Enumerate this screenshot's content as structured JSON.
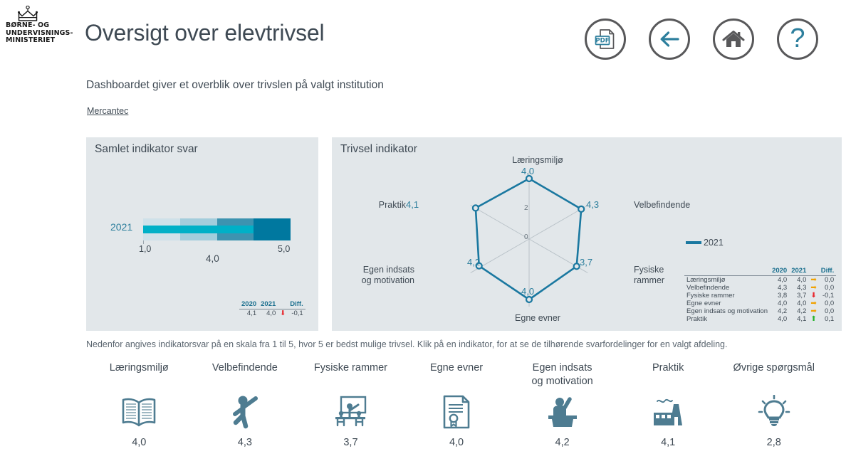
{
  "header": {
    "logo_text": "BØRNE- OG\nUNDERVISNINGS-\nMINISTERIET",
    "logo_icon": "crown-icon",
    "title": "Oversigt over elevtrivsel",
    "buttons": [
      {
        "name": "pdf-export-button",
        "icon": "pdf-icon",
        "label": "PDF"
      },
      {
        "name": "back-button",
        "icon": "arrow-left-icon",
        "label": ""
      },
      {
        "name": "home-button",
        "icon": "home-icon",
        "label": ""
      },
      {
        "name": "help-button",
        "icon": "question-mark-icon",
        "label": "?"
      }
    ]
  },
  "subtitle": "Dashboardet giver et overblik over trivslen på valgt institution",
  "institution": "Mercantec",
  "panels": {
    "left_title": "Samlet indikator svar",
    "right_title": "Trivsel indikator"
  },
  "note": "Nedenfor angives indikatorsvar på en skala fra 1 til 5, hvor 5 er bedst mulige trivsel. Klik på en indikator, for at se de tilhørende svarfordelinger for en valgt afdeling.",
  "colors": {
    "accent_teal": "#2d7f9d",
    "bar_value": "#00b0c7",
    "radar_line": "#1a78a0",
    "panel_bg": "#e2e7ea",
    "arrow_flat": "#f0a202",
    "arrow_down": "#e8262c",
    "arrow_up": "#25b32b"
  },
  "chart_data": [
    {
      "type": "bar",
      "name": "samlet-indikator-svar",
      "title": "Samlet indikator svar",
      "categories": [
        "2021"
      ],
      "values": [
        4.0
      ],
      "value_label": "4,0",
      "xlabel": "",
      "ylabel": "",
      "xlim": [
        1,
        5
      ],
      "axis_min_label": "1,0",
      "axis_max_label": "5,0",
      "grid": false,
      "segments": [
        {
          "label": "1,0-2,0",
          "color": "#cfe1e9"
        },
        {
          "label": "2,0-3,0",
          "color": "#a3cddc"
        },
        {
          "label": "3,0-4,0",
          "color": "#3d93b0"
        },
        {
          "label": "4,0-5,0",
          "color": "#00789f"
        }
      ],
      "stats": {
        "columns": [
          "2020",
          "2021",
          "",
          "Diff."
        ],
        "rows": [
          {
            "y2020": "4,1",
            "y2021": "4,0",
            "trend": "down",
            "diff": "-0,1"
          }
        ]
      }
    },
    {
      "type": "radar",
      "name": "trivsel-indikator",
      "title": "Trivsel indikator",
      "legend": [
        {
          "name": "2021",
          "color": "#1a78a0"
        }
      ],
      "legend_position": "right",
      "rlim": [
        0,
        4
      ],
      "tick_labels": [
        "0",
        "2"
      ],
      "categories": [
        "Læringsmiljø",
        "Velbefindende",
        "Fysiske rammer",
        "Egne evner",
        "Egen indsats\nog motivation",
        "Praktik"
      ],
      "series": [
        {
          "name": "2021",
          "values": [
            4.0,
            4.3,
            3.7,
            4.0,
            4.2,
            4.1
          ],
          "value_labels": [
            "4,0",
            "4,3",
            "3,7",
            "4,0",
            "4,2",
            "4,1"
          ]
        }
      ],
      "stats": {
        "columns": [
          "",
          "2020",
          "2021",
          "",
          "Diff."
        ],
        "rows": [
          {
            "label": "Læringsmiljø",
            "y2020": "4,0",
            "y2021": "4,0",
            "trend": "flat",
            "diff": "0,0"
          },
          {
            "label": "Velbefindende",
            "y2020": "4,3",
            "y2021": "4,3",
            "trend": "flat",
            "diff": "0,0"
          },
          {
            "label": "Fysiske rammer",
            "y2020": "3,8",
            "y2021": "3,7",
            "trend": "down",
            "diff": "-0,1"
          },
          {
            "label": "Egne evner",
            "y2020": "4,0",
            "y2021": "4,0",
            "trend": "flat",
            "diff": "0,0"
          },
          {
            "label": "Egen indsats og motivation",
            "y2020": "4,2",
            "y2021": "4,2",
            "trend": "flat",
            "diff": "0,0"
          },
          {
            "label": "Praktik",
            "y2020": "4,0",
            "y2021": "4,1",
            "trend": "up",
            "diff": "0,1"
          }
        ]
      }
    }
  ],
  "indicators": [
    {
      "label": "Læringsmiljø",
      "value": "4,0",
      "icon": "open-book-icon"
    },
    {
      "label": "Velbefindende",
      "value": "4,3",
      "icon": "jumping-person-icon"
    },
    {
      "label": "Fysiske rammer",
      "value": "3,7",
      "icon": "classroom-icon"
    },
    {
      "label": "Egne evner",
      "value": "4,0",
      "icon": "certificate-icon"
    },
    {
      "label": "Egen indsats\nog motivation",
      "value": "4,2",
      "icon": "student-desk-icon"
    },
    {
      "label": "Praktik",
      "value": "4,1",
      "icon": "factory-icon"
    },
    {
      "label": "Øvrige spørgsmål",
      "value": "2,8",
      "icon": "lightbulb-icon"
    }
  ]
}
